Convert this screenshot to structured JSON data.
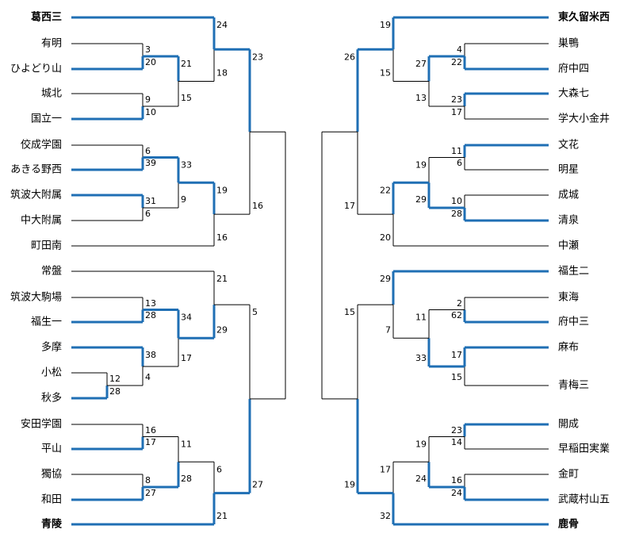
{
  "colors": {
    "line": "#000000",
    "winner": "#1f6fb4"
  },
  "left_teams": [
    {
      "name": "葛西三",
      "bold": true
    },
    {
      "name": "有明"
    },
    {
      "name": "ひよどり山"
    },
    {
      "name": "城北"
    },
    {
      "name": "国立一"
    },
    {
      "name": "佼成学園"
    },
    {
      "name": "あきる野西"
    },
    {
      "name": "筑波大附属"
    },
    {
      "name": "中大附属"
    },
    {
      "name": "町田南"
    },
    {
      "name": "常盤"
    },
    {
      "name": "筑波大駒場"
    },
    {
      "name": "福生一"
    },
    {
      "name": "多摩"
    },
    {
      "name": "小松"
    },
    {
      "name": "秋多"
    },
    {
      "name": "安田学園"
    },
    {
      "name": "平山"
    },
    {
      "name": "獨協"
    },
    {
      "name": "和田"
    },
    {
      "name": "青陵",
      "bold": true
    }
  ],
  "right_teams": [
    {
      "name": "東久留米西",
      "bold": true
    },
    {
      "name": "巣鴨"
    },
    {
      "name": "府中四"
    },
    {
      "name": "大森七"
    },
    {
      "name": "学大小金井"
    },
    {
      "name": "文花"
    },
    {
      "name": "明星"
    },
    {
      "name": "成城"
    },
    {
      "name": "清泉"
    },
    {
      "name": "中瀬"
    },
    {
      "name": "福生二"
    },
    {
      "name": "東海"
    },
    {
      "name": "府中三"
    },
    {
      "name": "麻布"
    },
    {
      "name": "青梅三"
    },
    {
      "name": "開成"
    },
    {
      "name": "早稲田実業"
    },
    {
      "name": "金町"
    },
    {
      "name": "武蔵村山五"
    },
    {
      "name": "鹿骨",
      "bold": true
    }
  ],
  "scores": {
    "L_1_2": [
      "3",
      "20"
    ],
    "L_3_4": [
      "9",
      "10"
    ],
    "L_5_6": [
      "6",
      "39"
    ],
    "L_7_8": [
      "31",
      "6"
    ],
    "L_14_15": [
      "12",
      "28"
    ],
    "L_11_12": [
      "13",
      "28"
    ],
    "L_13_1415": [
      "38",
      "4"
    ],
    "L_16_17": [
      "16",
      "17"
    ],
    "L_18_19": [
      "8",
      "27"
    ],
    "L_r2a": [
      "21",
      "15"
    ],
    "L_r2b": [
      "33",
      "9"
    ],
    "L_r2c": [
      "34",
      "17"
    ],
    "L_r2d": [
      "11",
      "28"
    ],
    "L_r3a": [
      "24",
      "18"
    ],
    "L_r3b": [
      "19",
      "16"
    ],
    "L_r3c": [
      "21",
      "29"
    ],
    "L_r3d": [
      "6",
      "21"
    ],
    "L_r4a": [
      "23",
      "16"
    ],
    "L_r4b": [
      "5",
      "27"
    ],
    "R_1_2": [
      "4",
      "22"
    ],
    "R_3_4": [
      "23",
      "17"
    ],
    "R_5_6": [
      "11",
      "6"
    ],
    "R_7_8": [
      "10",
      "28"
    ],
    "R_11_12": [
      "2",
      "62"
    ],
    "R_13_14": [
      "17",
      "15"
    ],
    "R_15_16": [
      "23",
      "14"
    ],
    "R_17_18": [
      "16",
      "24"
    ],
    "R_r2a": [
      "27",
      "13"
    ],
    "R_r2b": [
      "19",
      "29"
    ],
    "R_r2c": [
      "11",
      "33"
    ],
    "R_r2d": [
      "19",
      "24"
    ],
    "R_r3a": [
      "19",
      "15"
    ],
    "R_r3b": [
      "22",
      "20"
    ],
    "R_r3c": [
      "29",
      "7"
    ],
    "R_r3d": [
      "17",
      "32"
    ],
    "R_r4a": [
      "26",
      "17"
    ],
    "R_r4b": [
      "15",
      "19"
    ]
  }
}
